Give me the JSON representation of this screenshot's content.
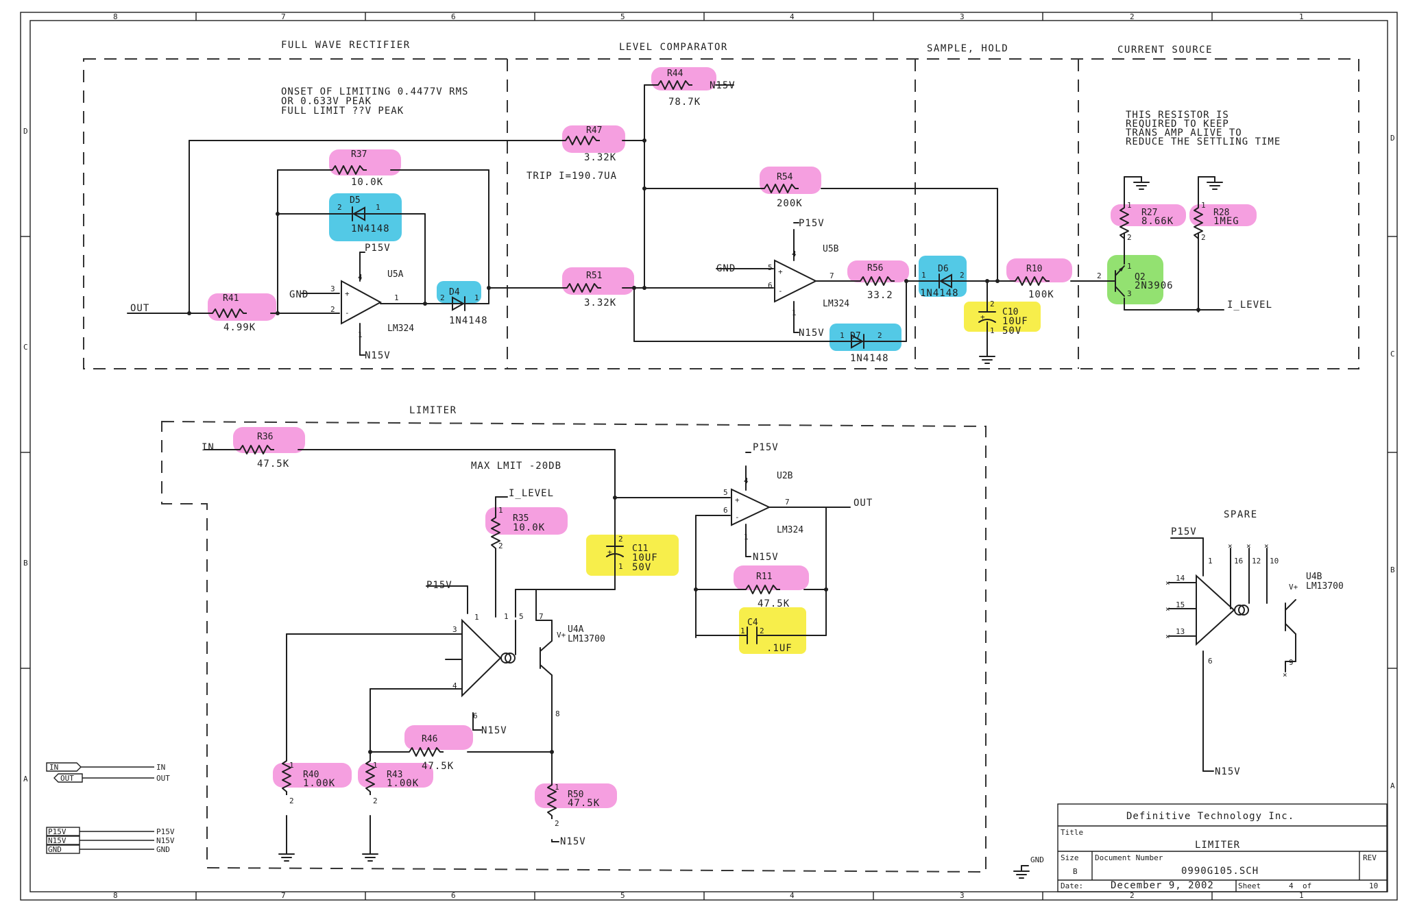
{
  "colors": {
    "resistor_highlight": "#f06bd0",
    "diode_highlight": "#10b4dc",
    "capacitor_highlight": "#f5ea1e",
    "transistor_highlight": "#6ad63a",
    "ink": "#1e1e1e"
  },
  "border": {
    "columns": [
      "8",
      "7",
      "6",
      "5",
      "4",
      "3",
      "2",
      "1"
    ],
    "rows": [
      "D",
      "C",
      "B",
      "A"
    ]
  },
  "sections": {
    "rectifier": "FULL WAVE RECTIFIER",
    "comparator": "LEVEL COMPARATOR",
    "sample": "SAMPLE, HOLD",
    "current": "CURRENT SOURCE",
    "limiter": "LIMITER",
    "spare": "SPARE"
  },
  "notes": {
    "onset1": "ONSET OF LIMITING 0.4477V RMS",
    "onset2": "OR 0.633V PEAK",
    "onset3": "FULL LIMIT ??V PEAK",
    "trip": "TRIP I=190.7UA",
    "resistor1": "THIS RESISTOR IS",
    "resistor2": "REQUIRED TO KEEP",
    "resistor3": "TRANS AMP ALIVE TO",
    "resistor4": "REDUCE THE SETTLING TIME",
    "maxlimit": "MAX LMIT -20DB"
  },
  "components": {
    "R44": {
      "ref": "R44",
      "value": "78.7K"
    },
    "R47": {
      "ref": "R47",
      "value": "3.32K"
    },
    "R37": {
      "ref": "R37",
      "value": "10.0K"
    },
    "R54": {
      "ref": "R54",
      "value": "200K"
    },
    "R41": {
      "ref": "R41",
      "value": "4.99K"
    },
    "R51": {
      "ref": "R51",
      "value": "3.32K"
    },
    "R56": {
      "ref": "R56",
      "value": "33.2"
    },
    "R10": {
      "ref": "R10",
      "value": "100K"
    },
    "R27": {
      "ref": "R27",
      "value": "8.66K"
    },
    "R28": {
      "ref": "R28",
      "value": "1MEG"
    },
    "R36": {
      "ref": "R36",
      "value": "47.5K"
    },
    "R35": {
      "ref": "R35",
      "value": "10.0K"
    },
    "R11": {
      "ref": "R11",
      "value": "47.5K"
    },
    "R46": {
      "ref": "R46",
      "value": "47.5K"
    },
    "R40": {
      "ref": "R40",
      "value": "1.00K"
    },
    "R43": {
      "ref": "R43",
      "value": "1.00K"
    },
    "R50": {
      "ref": "R50",
      "value": "47.5K"
    },
    "D5": {
      "ref": "D5",
      "value": "1N4148"
    },
    "D4": {
      "ref": "D4",
      "value": "1N4148"
    },
    "D6": {
      "ref": "D6",
      "value": "1N4148"
    },
    "D7": {
      "ref": "D7",
      "value": "1N4148"
    },
    "C10": {
      "ref": "C10",
      "value": "10UF",
      "rating": "50V"
    },
    "C11": {
      "ref": "C11",
      "value": "10UF",
      "rating": "50V"
    },
    "C4": {
      "ref": "C4",
      "value": ".1UF"
    },
    "Q2": {
      "ref": "Q2",
      "value": "2N3906"
    },
    "U5A": {
      "ref": "U5A",
      "value": "LM324"
    },
    "U5B": {
      "ref": "U5B",
      "value": "LM324"
    },
    "U2B": {
      "ref": "U2B",
      "value": "LM324"
    },
    "U4A": {
      "ref": "U4A",
      "value": "LM13700"
    },
    "U4B": {
      "ref": "U4B",
      "value": "LM13700"
    }
  },
  "nets": {
    "out": "OUT",
    "in": "IN",
    "gnd": "GND",
    "p15v": "P15V",
    "n15v": "N15V",
    "ilevel": "I_LEVEL"
  },
  "title_block": {
    "company": "Definitive Technology Inc.",
    "title_label": "Title",
    "title": "LIMITER",
    "size_label": "Size",
    "size": "B",
    "docnum_label": "Document Number",
    "docnum": "0990G105.SCH",
    "rev_label": "REV",
    "date_label": "Date:",
    "date": "December  9, 2002",
    "sheet_label": "Sheet",
    "sheet": "4",
    "of_label": "of",
    "sheets": "10"
  }
}
